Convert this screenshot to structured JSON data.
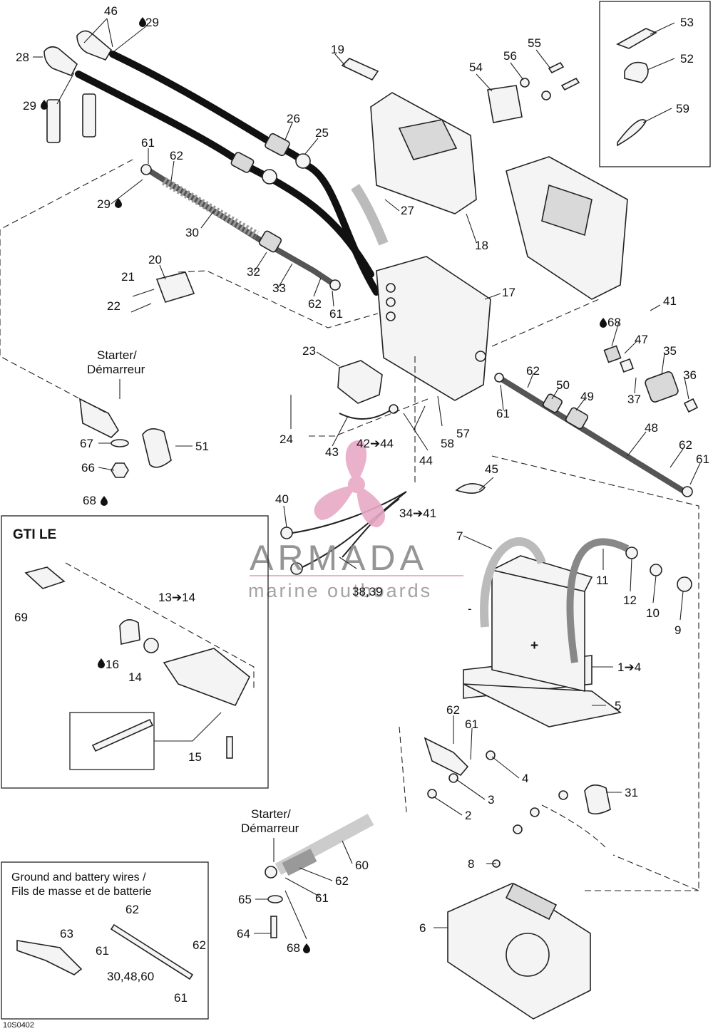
{
  "diagram_code": "10S0402",
  "watermark": {
    "brand": "ARMADA",
    "subtitle": "marine outboards",
    "logo_color": "#e8a9c6"
  },
  "inset_top_right": {
    "callouts": [
      "53",
      "52",
      "59"
    ]
  },
  "inset_gti": {
    "title": "GTI LE",
    "callouts": [
      "69",
      "13➔14",
      "16",
      "14",
      "15"
    ]
  },
  "inset_wires": {
    "title_line1": "Ground and battery wires /",
    "title_line2": "Fils de masse et de batterie",
    "callouts": [
      "62",
      "63",
      "61",
      "62",
      "30,48,60",
      "61"
    ]
  },
  "starter_labels": [
    {
      "line1": "Starter/",
      "line2": "Démarreur"
    },
    {
      "line1": "Starter/",
      "line2": "Démarreur"
    }
  ],
  "callouts": {
    "c46": "46",
    "c29a": "29",
    "c28": "28",
    "c29b": "29",
    "c19": "19",
    "c54": "54",
    "c56": "56",
    "c55": "55",
    "c26": "26",
    "c25": "25",
    "c61a": "61",
    "c62a": "62",
    "c29c": "29",
    "c27": "27",
    "c18": "18",
    "c30": "30",
    "c20": "20",
    "c21": "21",
    "c22": "22",
    "c32": "32",
    "c33": "33",
    "c62b": "62",
    "c61b": "61",
    "c17": "17",
    "c41": "41",
    "c68a": "68",
    "c47": "47",
    "c35": "35",
    "c36": "36",
    "c37": "37",
    "c23": "23",
    "c62c": "62",
    "c50": "50",
    "c49": "49",
    "c61c": "61",
    "c24": "24",
    "c43": "43",
    "c4244": "42➔44",
    "c58": "58",
    "c57": "57",
    "c44": "44",
    "c48": "48",
    "c62d": "62",
    "c61d": "61",
    "c67": "67",
    "c51": "51",
    "c66": "66",
    "c68b": "68",
    "c45": "45",
    "c40": "40",
    "c3441": "34➔41",
    "c7": "7",
    "c3839": "38,39",
    "c11": "11",
    "c12": "12",
    "c10": "10",
    "c9": "9",
    "c14a": "1➔4",
    "c5": "5",
    "c62e": "62",
    "c61e": "61",
    "c4": "4",
    "c3": "3",
    "c31": "31",
    "c2": "2",
    "c8": "8",
    "c60": "60",
    "c62f": "62",
    "c61f": "61",
    "c65": "65",
    "c64": "64",
    "c68c": "68",
    "c6": "6"
  }
}
